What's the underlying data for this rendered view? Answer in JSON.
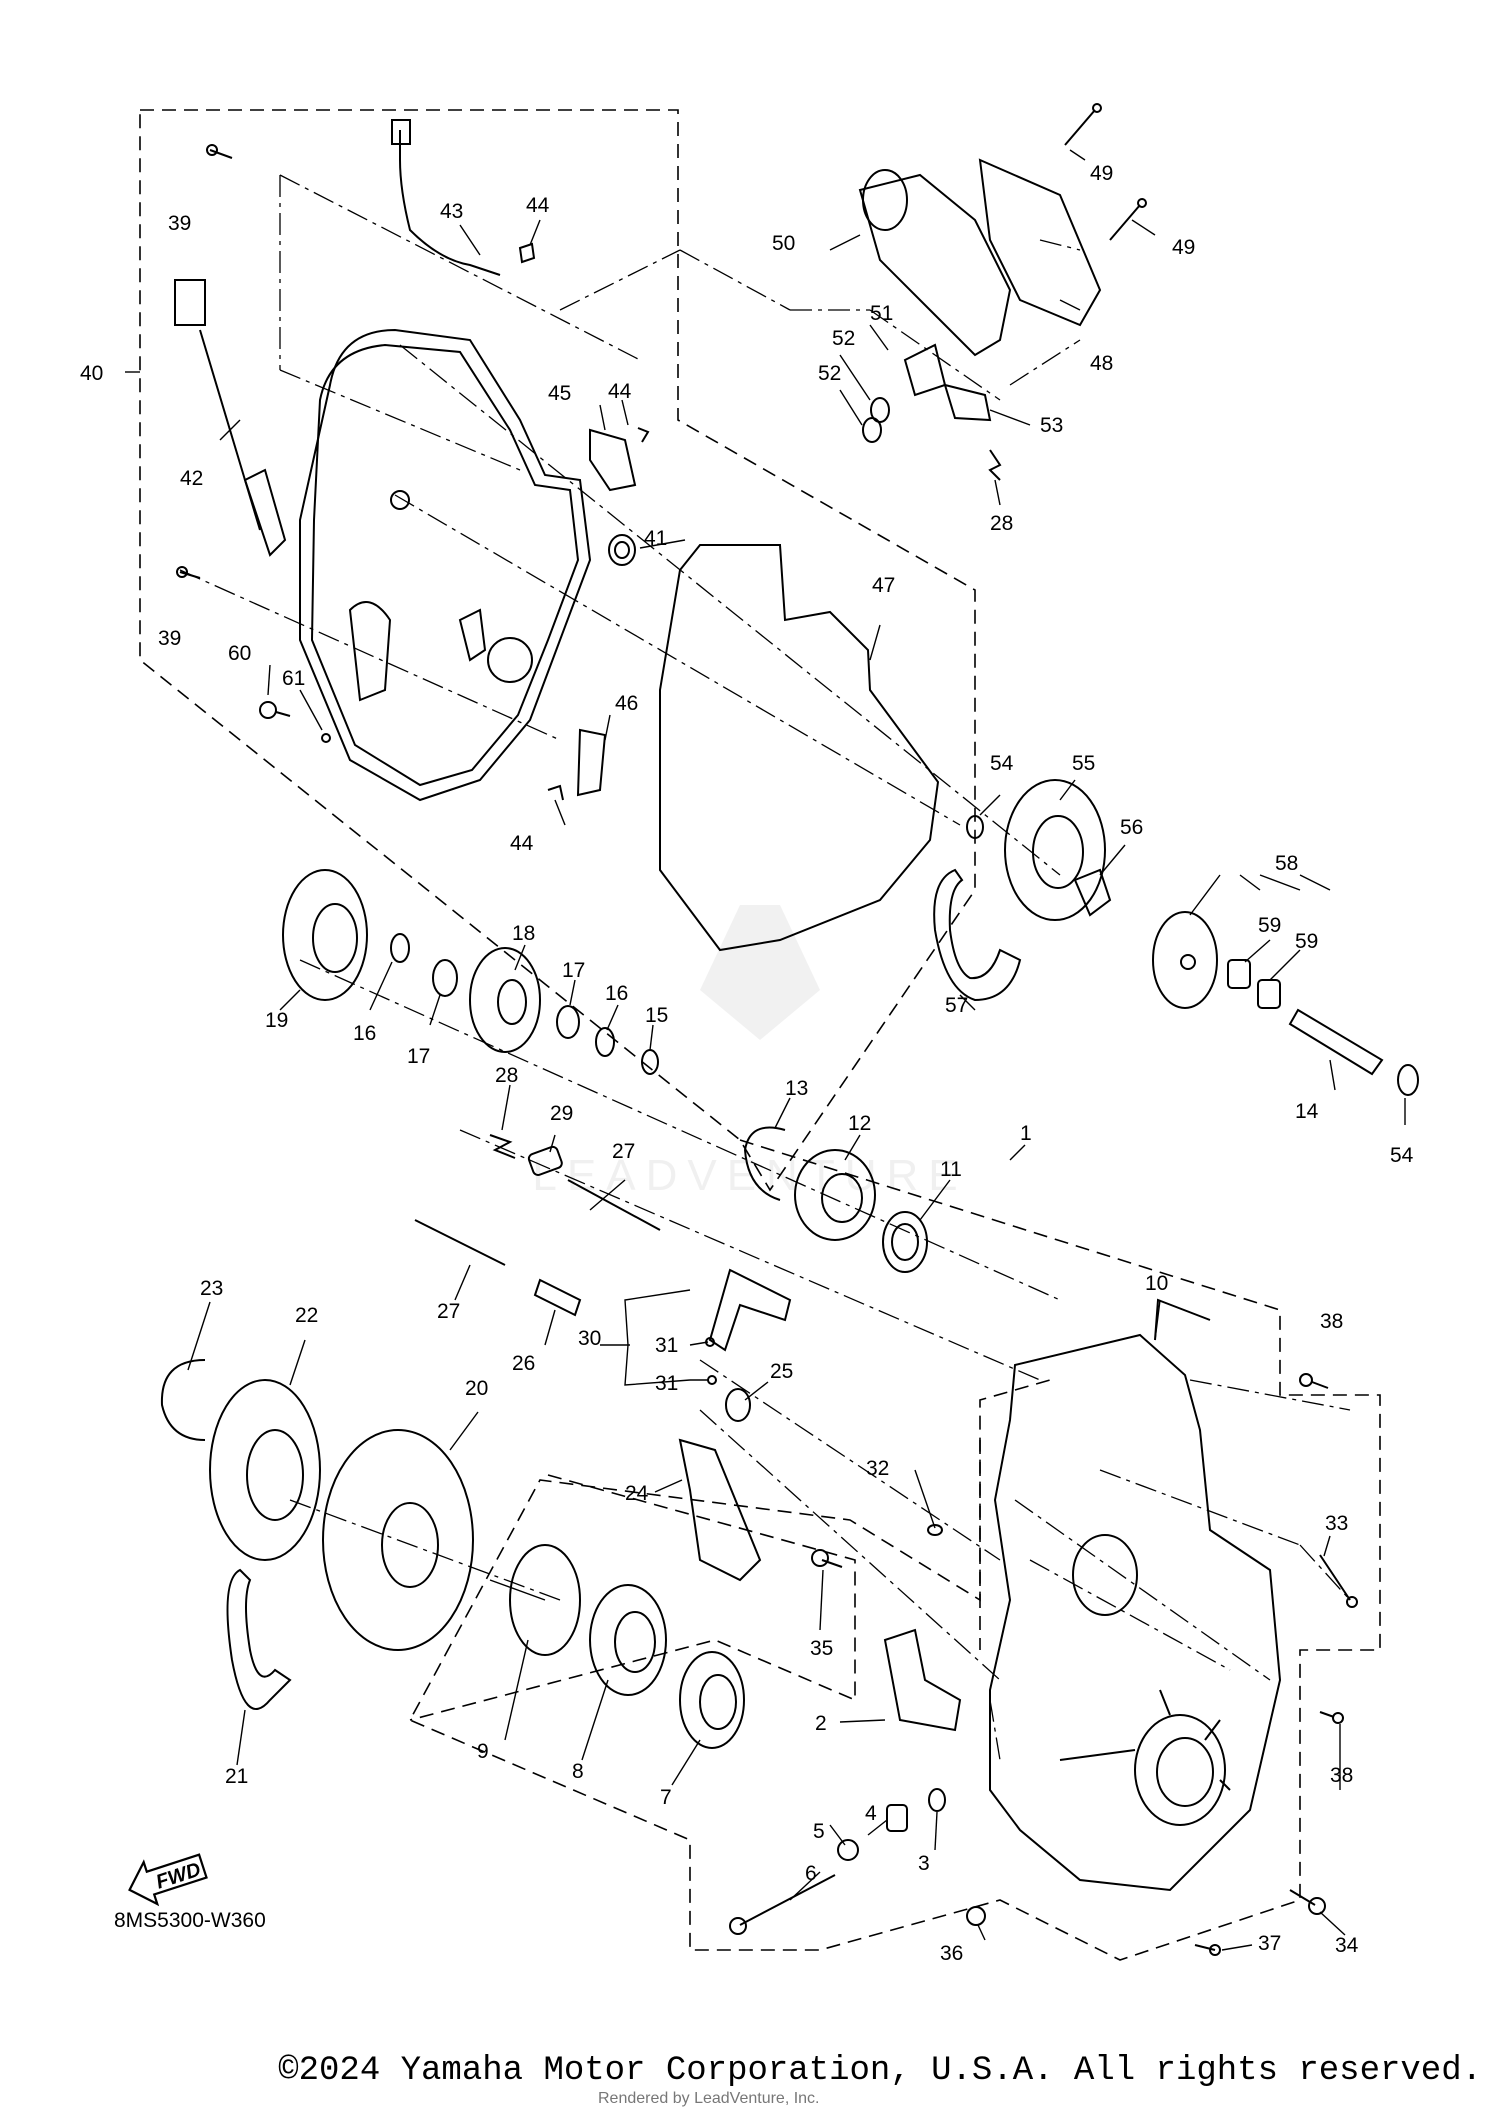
{
  "diagram": {
    "catalog_code": "8MS5300-W360",
    "fwd_label": "FWD",
    "part_numbers": [
      "1",
      "2",
      "3",
      "4",
      "5",
      "6",
      "7",
      "8",
      "9",
      "10",
      "11",
      "12",
      "13",
      "14",
      "15",
      "16",
      "17",
      "18",
      "19",
      "20",
      "21",
      "22",
      "23",
      "24",
      "25",
      "26",
      "27",
      "28",
      "29",
      "30",
      "31",
      "32",
      "33",
      "34",
      "35",
      "36",
      "37",
      "38",
      "39",
      "40",
      "41",
      "42",
      "43",
      "44",
      "45",
      "46",
      "47",
      "48",
      "49",
      "50",
      "51",
      "52",
      "53",
      "54",
      "55",
      "56",
      "57",
      "58",
      "59",
      "60",
      "61"
    ]
  },
  "footer": {
    "copyright": "©2024 Yamaha Motor Corporation, U.S.A. All rights reserved.",
    "rendered_by": "Rendered by LeadVenture, Inc."
  },
  "watermark": {
    "text": "LEADVENTURE"
  }
}
